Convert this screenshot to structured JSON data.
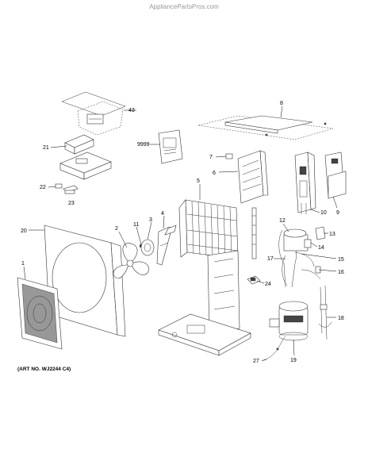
{
  "site_title": "AppliancePartsPros.com",
  "art_number": "(ART NO. WJ2244 C4)",
  "callouts": {
    "c1": "1",
    "c2": "2",
    "c3": "3",
    "c4": "4",
    "c5": "5",
    "c6": "6",
    "c7": "7",
    "c8": "8",
    "c9": "9",
    "c10": "10",
    "c11": "11",
    "c12": "12",
    "c13": "13",
    "c14": "14",
    "c15": "15",
    "c16": "16",
    "c17": "17",
    "c18": "18",
    "c19": "19",
    "c20": "20",
    "c21": "21",
    "c22": "22",
    "c23": "23",
    "c24": "24",
    "c27": "27",
    "c43": "43",
    "c9999": "9999"
  }
}
